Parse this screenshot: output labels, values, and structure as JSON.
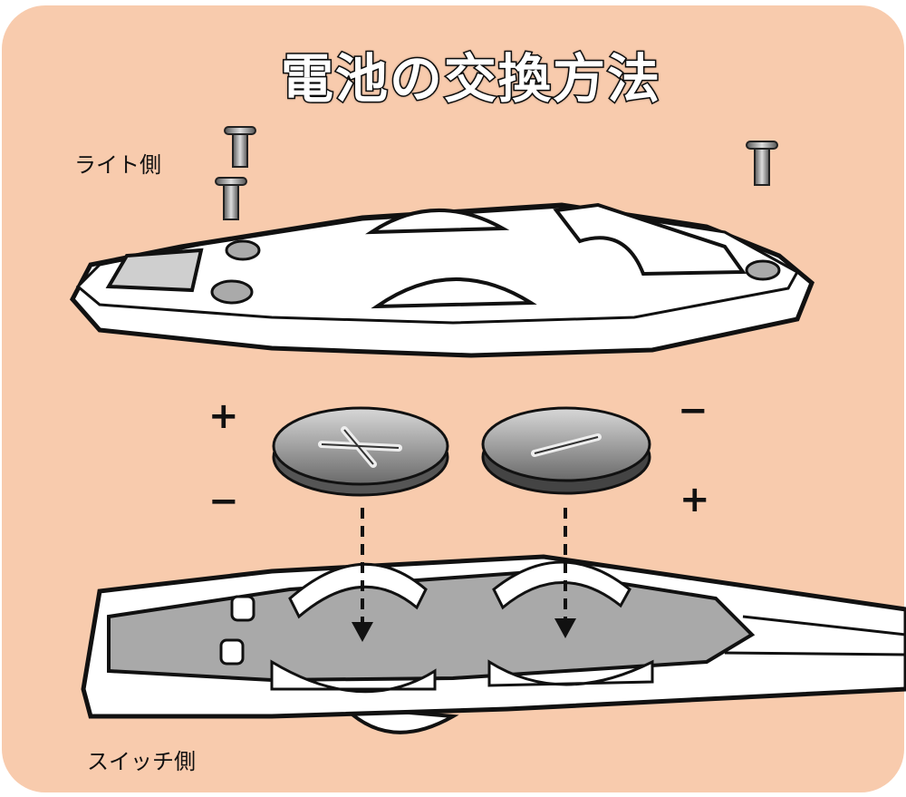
{
  "title": "電池の交換方法",
  "labels": {
    "light_side": "ライト側",
    "switch_side": "スイッチ側"
  },
  "polarity": {
    "left_top": "+",
    "left_bottom": "−",
    "right_top": "−",
    "right_bottom": "+"
  },
  "battery_marks": {
    "left": "+",
    "right": "−"
  },
  "colors": {
    "background": "#f8cbad",
    "outline": "#111111",
    "battery": "#8a8a8a",
    "tray": "#a9a9a9"
  }
}
